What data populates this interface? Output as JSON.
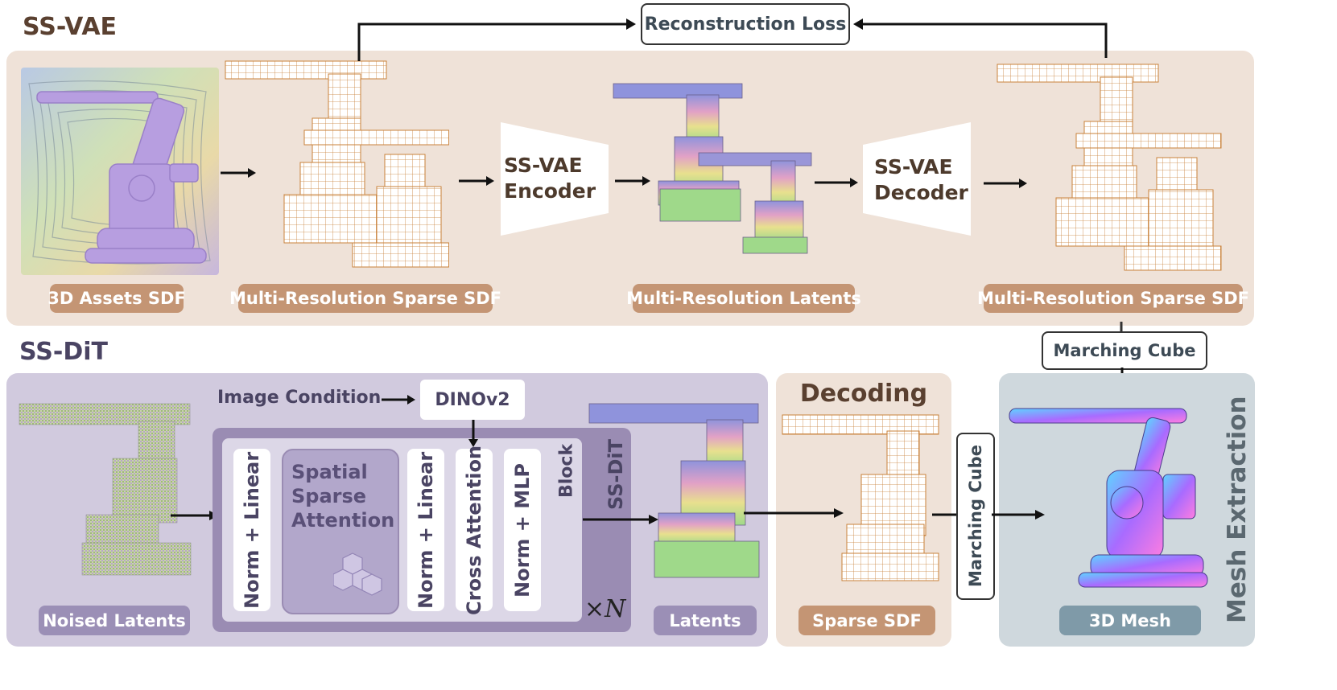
{
  "ss_vae": {
    "title": "SS-VAE",
    "reconstruction_loss": "Reconstruction Loss",
    "encoder": "SS-VAE\nEncoder",
    "decoder": "SS-VAE\nDecoder",
    "labels": {
      "assets": "3D Assets SDF",
      "sparse_sdf_in": "Multi-Resolution Sparse SDF",
      "latents": "Multi-Resolution Latents",
      "sparse_sdf_out": "Multi-Resolution Sparse SDF"
    }
  },
  "ss_dit": {
    "title": "SS-DiT",
    "image_condition": "Image Condition",
    "dinov2": "DINOv2",
    "block_label": "Block",
    "ssdit_label": "SS-DiT",
    "repeat_label": "×N",
    "layers": {
      "norm_linear_1": "Norm + Linear",
      "spatial_sparse_attention": "Spatial\nSparse\nAttention",
      "norm_linear_2": "Norm + Linear",
      "cross_attention": "Cross Attention",
      "norm_mlp": "Norm + MLP"
    },
    "labels": {
      "noised_latents": "Noised Latents",
      "latents": "Latents"
    }
  },
  "decoding": {
    "title": "Decoding",
    "marching_cube": "Marching Cube",
    "label": "Sparse SDF"
  },
  "mesh_extraction": {
    "title": "Mesh Extraction",
    "marching_cube": "Marching Cube",
    "label": "3D Mesh"
  },
  "colors": {
    "vae_panel": "#efe2d8",
    "vae_pill": "#c49574",
    "vae_title": "#5a4030",
    "dit_panel": "#d1cade",
    "dit_pill": "#9b8fb6",
    "dit_block": "#9a8cb3",
    "dit_title": "#4a4463",
    "mesh_panel": "#cfd8dd",
    "mesh_pill": "#7f9aa8"
  }
}
